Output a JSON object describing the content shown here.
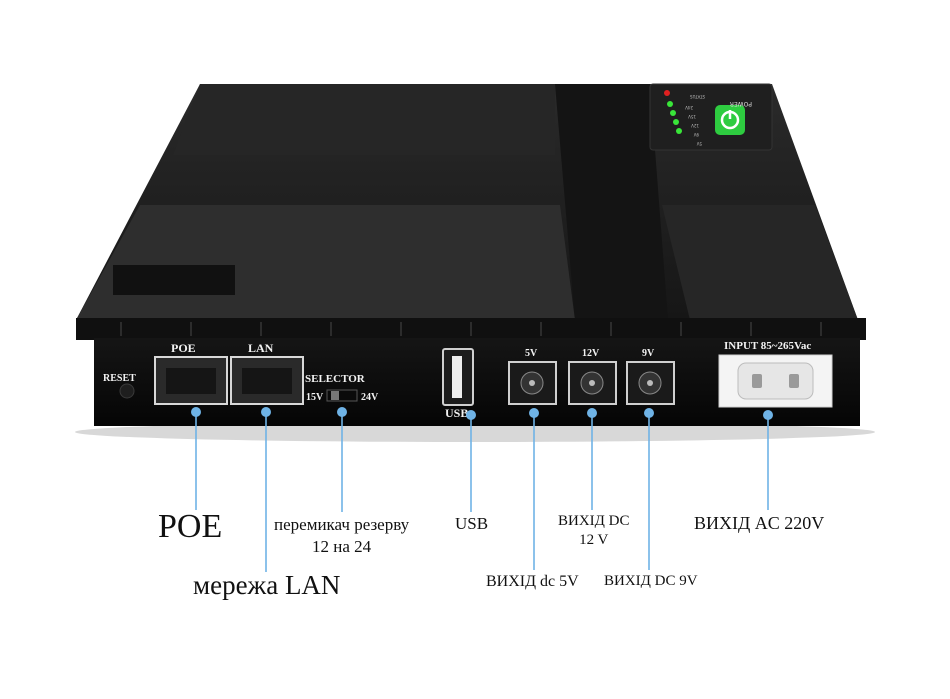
{
  "device_labels": {
    "poe": "POE",
    "lan": "LAN",
    "reset": "RESET",
    "selector": "SELECTOR",
    "sel_15v": "15V",
    "sel_24v": "24V",
    "usb": "USB",
    "port_5v": "5V",
    "port_12v": "12V",
    "port_9v": "9V",
    "input": "INPUT 85~265Vac",
    "power": "POWER",
    "led_labels": [
      "STATUS",
      "24V",
      "15V",
      "12V",
      "9V",
      "5V"
    ]
  },
  "callouts": {
    "poe": "POE",
    "lan": "мережа LAN",
    "selector_line1": "перемикач резерву",
    "selector_line2": "12 на 24",
    "usb": "USB",
    "dc5v": "ВИХІД dc 5V",
    "dc12v_line1": "ВИХІД DC",
    "dc12v_line2": "12 V",
    "dc9v": "ВИХІД DC 9V",
    "ac220v": "ВИХІД AC 220V"
  },
  "colors": {
    "body": "#1a1a1a",
    "panel": "#0d0d0d",
    "marker": "#6fb3e6",
    "led_green": "#39e639",
    "led_red": "#e02020",
    "power_icon": "#2ecc40"
  }
}
